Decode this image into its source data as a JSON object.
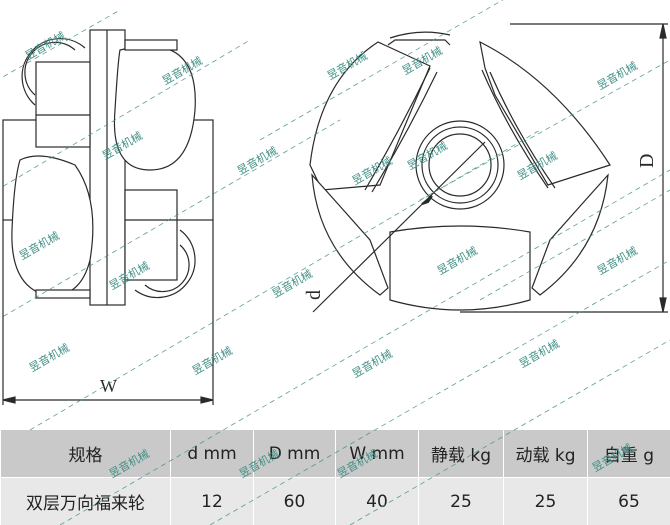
{
  "drawing": {
    "side_view_dimension_label": "W",
    "front_view_diameter_label": "D",
    "front_view_bore_label": "d",
    "watermark_text": "昱音机械",
    "line_color": "#2a2a2a",
    "watermark_color": "#3f8f85"
  },
  "table": {
    "headers": [
      "规格",
      "d mm",
      "D mm",
      "W mm",
      "静载 kg",
      "动载 kg",
      "自重 g"
    ],
    "rows": [
      [
        "双层万向福来轮",
        "12",
        "60",
        "40",
        "25",
        "25",
        "65"
      ]
    ],
    "header_bg": "#c9c9c9",
    "row_bg": "#e8e8e8"
  }
}
